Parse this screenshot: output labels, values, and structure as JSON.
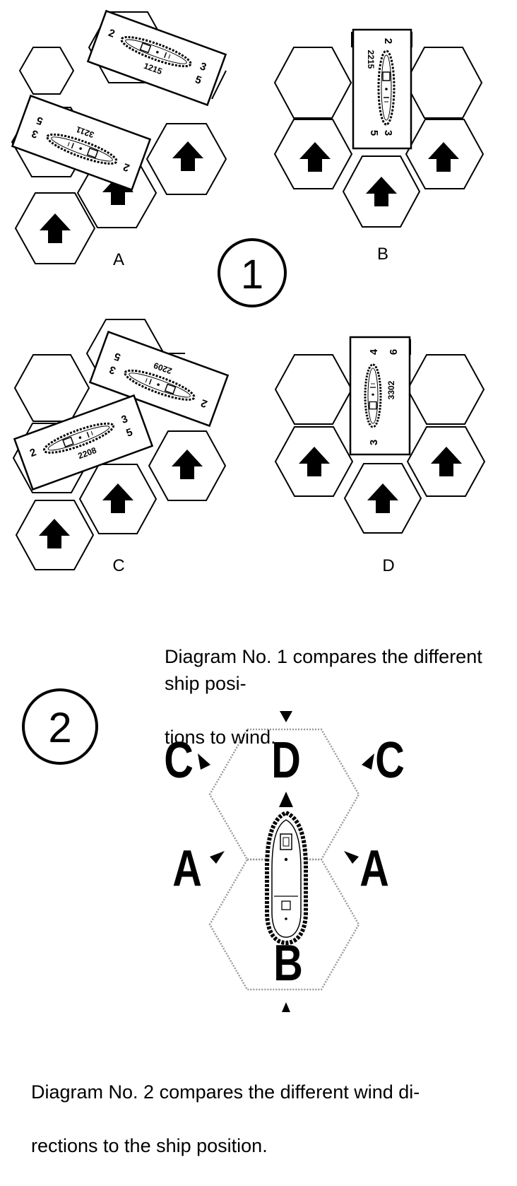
{
  "diagram1": {
    "number": "1",
    "caption": "Diagram No. 1 compares the different ship positions to wind.",
    "caption_lines": [
      "Diagram No. 1 compares the different ship posi-",
      "tions to wind."
    ],
    "panels": [
      {
        "label": "A",
        "counters": [
          {
            "id": "1215",
            "bow": "2",
            "top_right": "3",
            "bottom_right": "5"
          },
          {
            "id": "3211",
            "bow": "2",
            "top_right": "3",
            "bottom_right": "5"
          }
        ]
      },
      {
        "label": "B",
        "counters": [
          {
            "id": "2215",
            "bow": "2",
            "top_right": "3",
            "bottom_right": "5"
          }
        ]
      },
      {
        "label": "C",
        "counters": [
          {
            "id": "2209",
            "bow": "2",
            "top_right": "3",
            "bottom_right": "5"
          },
          {
            "id": "2208",
            "bow": "2",
            "top_right": "3",
            "bottom_right": "5"
          }
        ]
      },
      {
        "label": "D",
        "counters": [
          {
            "id": "3302",
            "bow": "3",
            "top_right": "4",
            "bottom_right": "6"
          }
        ]
      }
    ]
  },
  "diagram2": {
    "number": "2",
    "caption_lines": [
      "Diagram No. 2 compares the different wind di-",
      "rections to the ship position."
    ],
    "wind_labels": {
      "top": "D",
      "upper_left": "C",
      "upper_right": "C",
      "lower_left": "A",
      "lower_right": "A",
      "bottom": "B"
    }
  },
  "colors": {
    "ink": "#000000",
    "paper": "#ffffff",
    "hex_stipple": "#9a9a9a"
  }
}
